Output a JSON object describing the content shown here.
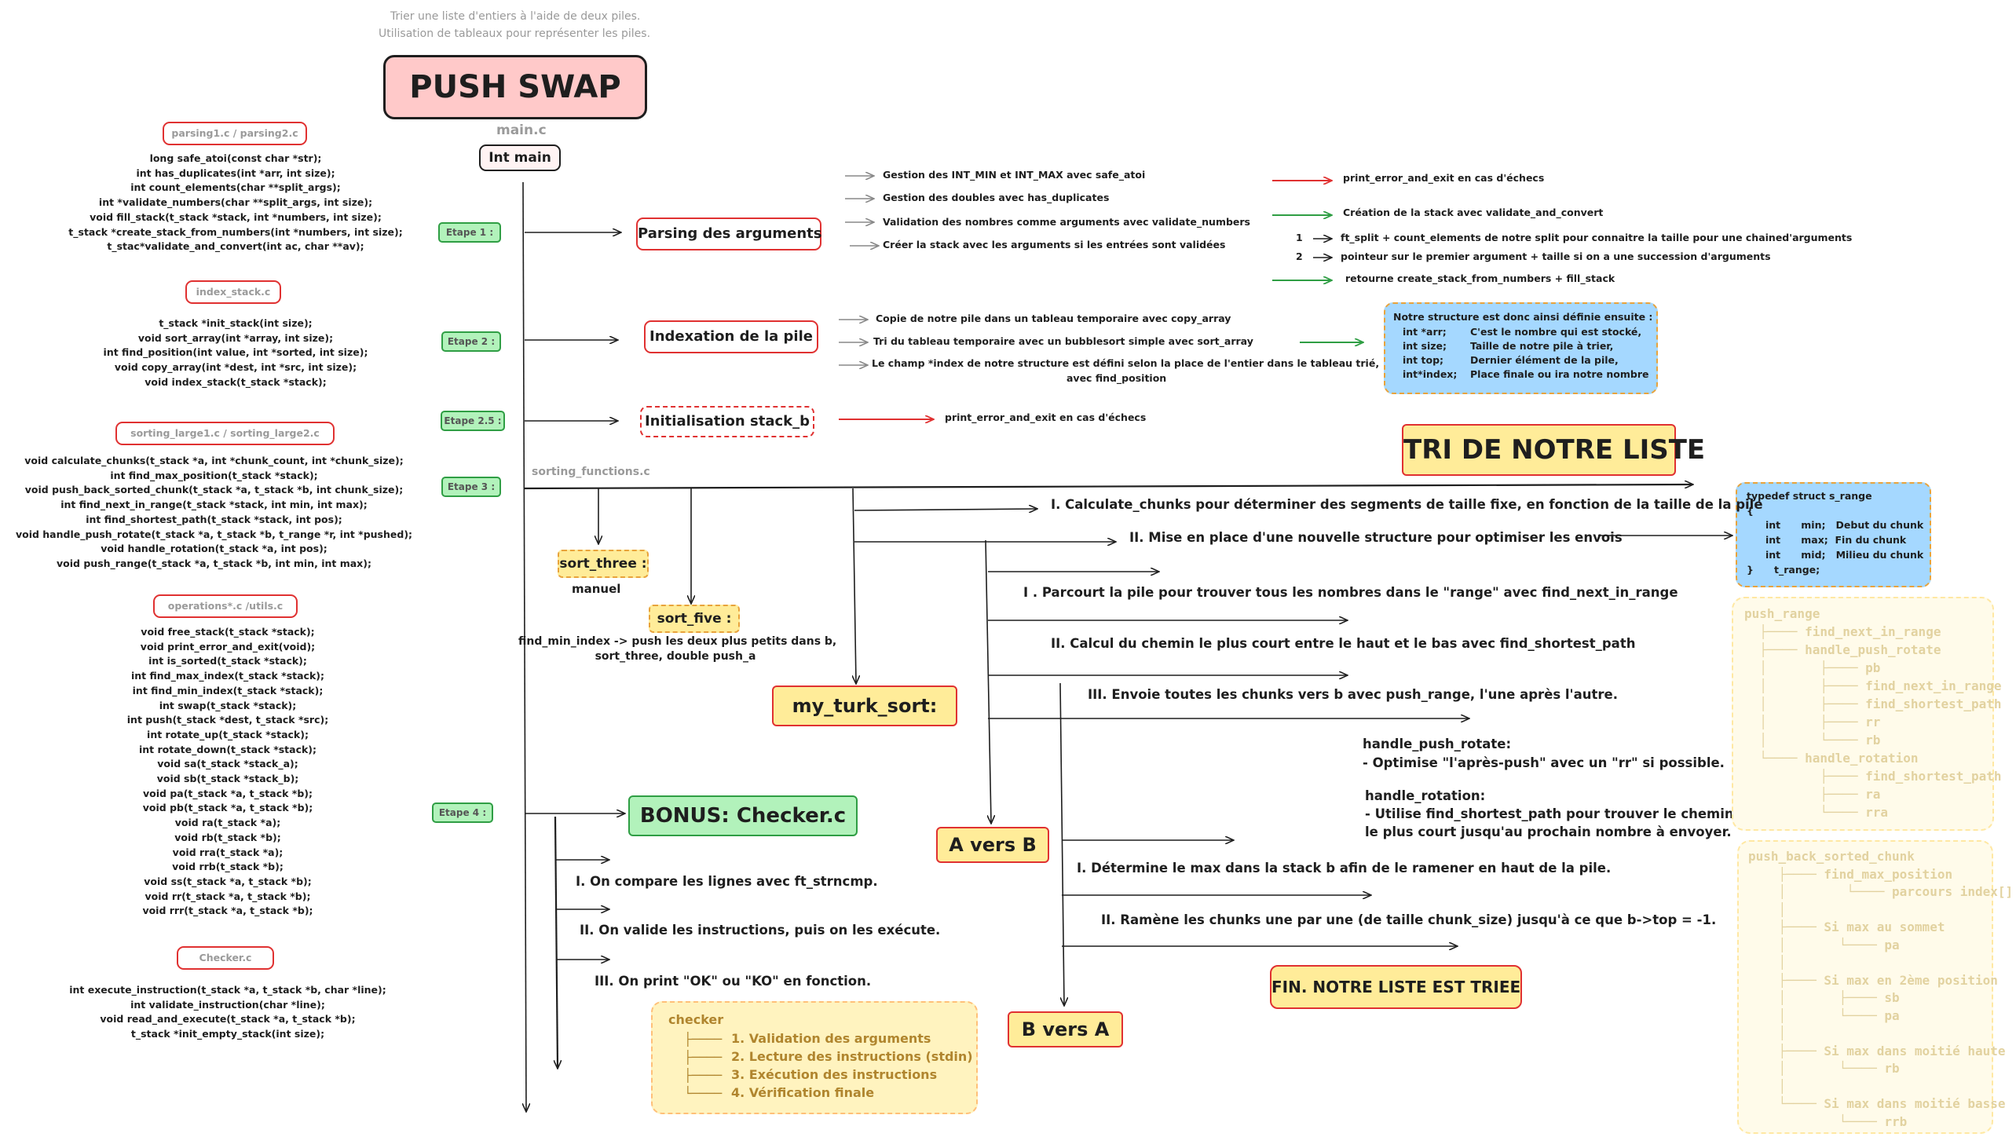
{
  "header": {
    "subtitle_line1": "Trier une liste d'entiers à l'aide de deux piles.",
    "subtitle_line2": "Utilisation de tableaux pour représenter les piles.",
    "title": "PUSH SWAP"
  },
  "main": {
    "file_label": "main.c",
    "entry_label": "Int main",
    "sorting_functions_label": "sorting_functions.c"
  },
  "left_panel": {
    "parsing": {
      "tag": "parsing1.c / parsing2.c",
      "code": "long safe_atoi(const char *str);\nint has_duplicates(int *arr, int size);\nint count_elements(char **split_args);\nint *validate_numbers(char **split_args, int size);\nvoid fill_stack(t_stack *stack, int *numbers, int size);\nt_stack *create_stack_from_numbers(int *numbers, int size);\nt_stac*validate_and_convert(int ac, char **av);"
    },
    "index": {
      "tag": "index_stack.c",
      "code": "t_stack *init_stack(int size);\nvoid sort_array(int *array, int size);\nint find_position(int value, int *sorted, int size);\nvoid copy_array(int *dest, int *src, int size);\nvoid index_stack(t_stack *stack);"
    },
    "sorting": {
      "tag": "sorting_large1.c / sorting_large2.c",
      "code": "void calculate_chunks(t_stack *a, int *chunk_count, int *chunk_size);\nint find_max_position(t_stack *stack);\nvoid push_back_sorted_chunk(t_stack *a, t_stack *b, int chunk_size);\nint find_next_in_range(t_stack *stack, int min, int max);\nint find_shortest_path(t_stack *stack, int pos);\nvoid handle_push_rotate(t_stack *a, t_stack *b, t_range *r, int *pushed);\nvoid handle_rotation(t_stack *a, int pos);\nvoid push_range(t_stack *a, t_stack *b, int min, int max);"
    },
    "operations": {
      "tag": "operations*.c /utils.c",
      "code": "void free_stack(t_stack *stack);\nvoid print_error_and_exit(void);\nint is_sorted(t_stack *stack);\nint find_max_index(t_stack *stack);\nint find_min_index(t_stack *stack);\nint swap(t_stack *stack);\nint push(t_stack *dest, t_stack *src);\nint rotate_up(t_stack *stack);\nint rotate_down(t_stack *stack);\nvoid sa(t_stack *stack_a);\nvoid sb(t_stack *stack_b);\nvoid pa(t_stack *a, t_stack *b);\nvoid pb(t_stack *a, t_stack *b);\nvoid ra(t_stack *a);\nvoid rb(t_stack *b);\nvoid rra(t_stack *a);\nvoid rrb(t_stack *b);\nvoid ss(t_stack *a, t_stack *b);\nvoid rr(t_stack *a, t_stack *b);\nvoid rrr(t_stack *a, t_stack *b);"
    },
    "checker": {
      "tag": "Checker.c",
      "code": "int execute_instruction(t_stack *a, t_stack *b, char *line);\nint validate_instruction(char *line);\nvoid read_and_execute(t_stack *a, t_stack *b);\nt_stack *init_empty_stack(int size);"
    }
  },
  "steps": {
    "e1": "Etape 1 :",
    "e2": "Etape 2 :",
    "e25": "Etape 2.5 :",
    "e3": "Etape 3 :",
    "e4": "Etape 4 :"
  },
  "boxes": {
    "parsing": "Parsing des arguments",
    "indexation": "Indexation de la pile",
    "init_b": "Initialisation stack_b",
    "tri": "TRI DE NOTRE LISTE",
    "sort_three": "sort_three :",
    "sort_three_note": "manuel",
    "sort_five": "sort_five :",
    "sort_five_note": "find_min_index -> push les deux plus petits dans b,\nsort_three, double push_a",
    "turk": "my_turk_sort:",
    "bonus": "BONUS: Checker.c",
    "a_vers_b": "A vers B",
    "b_vers_a": "B vers A",
    "fin": "FIN. NOTRE LISTE EST TRIEE"
  },
  "parsing_notes": [
    "Gestion des INT_MIN et INT_MAX avec safe_atoi",
    "Gestion des doubles avec has_duplicates",
    "Validation des nombres comme arguments avec validate_numbers",
    "Créer la stack avec les arguments si les entrées sont validées"
  ],
  "parsing_results": {
    "error": "print_error_and_exit en cas d'échecs",
    "create": "Création de la stack avec validate_and_convert",
    "n1": "1",
    "r1": "ft_split + count_elements de notre split pour connaitre la taille pour une chained'arguments",
    "n2": "2",
    "r2": "pointeur sur le premier argument + taille si on a une succession d'arguments",
    "r3": "retourne create_stack_from_numbers + fill_stack"
  },
  "index_notes": [
    "Copie de notre pile dans un tableau temporaire avec copy_array",
    "Tri du tableau temporaire avec un bubblesort simple avec sort_array",
    "Le champ *index de notre structure est défini selon la place de l'entier dans le tableau trié,",
    "avec find_position"
  ],
  "struct_box": {
    "title": "Notre structure est donc ainsi définie ensuite :",
    "rows": [
      [
        "int *arr;",
        "C'est le nombre qui est stocké,"
      ],
      [
        "int size;",
        "Taille de notre pile à trier,"
      ],
      [
        "int top;",
        "Dernier élément de la pile,"
      ],
      [
        "int*index;",
        "Place finale ou ira notre nombre"
      ]
    ]
  },
  "init_b_error": "print_error_and_exit en cas d'échecs",
  "range_struct": {
    "lines": [
      "typedef struct s_range",
      "{",
      "int      min;   Debut du chunk",
      "int      max;  Fin du chunk",
      "int      mid;   Milieu du chunk",
      "}      t_range;"
    ]
  },
  "turk_notes": {
    "n1": "I. Calculate_chunks pour déterminer des segments de taille fixe, en fonction de la taille de la pile",
    "n2": "II. Mise en place d'une nouvelle structure pour optimiser les envois",
    "a1": "I . Parcourt la pile pour trouver tous les nombres dans le \"range\" avec find_next_in_range",
    "a2": "II. Calcul du chemin le plus court entre le haut et le bas avec find_shortest_path",
    "a3": "III. Envoie toutes les chunks vers b avec push_range, l'une après l'autre.",
    "h1": "handle_push_rotate:",
    "h2": "- Optimise \"l'après-push\" avec un \"rr\" si possible.",
    "h3": "handle_rotation:",
    "h4": "- Utilise find_shortest_path pour trouver le chemin",
    "h5": "le plus court jusqu'au prochain nombre à envoyer.",
    "b1": "I. Détermine le max dans la stack b afin de le ramener en haut de la pile.",
    "b2": "II. Ramène les chunks une par une (de taille chunk_size) jusqu'à ce que b->top = -1."
  },
  "bonus_notes": {
    "c1": "I. On compare les lignes avec ft_strncmp.",
    "c2": "II. On valide les instructions, puis on les exécute.",
    "c3": "III. On print \"OK\" ou \"KO\" en fonction."
  },
  "checker_tree": {
    "root": "checker",
    "items": [
      "1. Validation des arguments",
      "2. Lecture des instructions (stdin)",
      "3. Exécution des instructions",
      "4. Vérification finale"
    ]
  },
  "tree_push_range": "push_range\n  ├──── find_next_in_range\n  ├──── handle_push_rotate\n  │       ├──── pb\n  │       ├──── find_next_in_range\n  │       ├──── find_shortest_path\n  │       ├──── rr\n  │       └──── rb\n  └──── handle_rotation\n          ├──── find_shortest_path\n          ├──── ra\n          └──── rra",
  "tree_push_back": "push_back_sorted_chunk\n    ├──── find_max_position\n    │        └──── parcours index[]\n    │\n    ├──── Si max au sommet\n    │       └──── pa\n    │\n    ├──── Si max en 2ème position\n    │       ├──── sb\n    │       └──── pa\n    │\n    ├──── Si max dans moitié haute\n    │       └──── rb\n    │\n    └──── Si max dans moitié basse\n            └──── rrb",
  "colors": {
    "green": "#2f9e44",
    "red": "#e03131",
    "yellow": "#ffec99",
    "blue": "#a5d8ff",
    "pink": "#ffc9c9",
    "step_green": "#b2f2bb",
    "faded_tree": "#fff3bf"
  }
}
